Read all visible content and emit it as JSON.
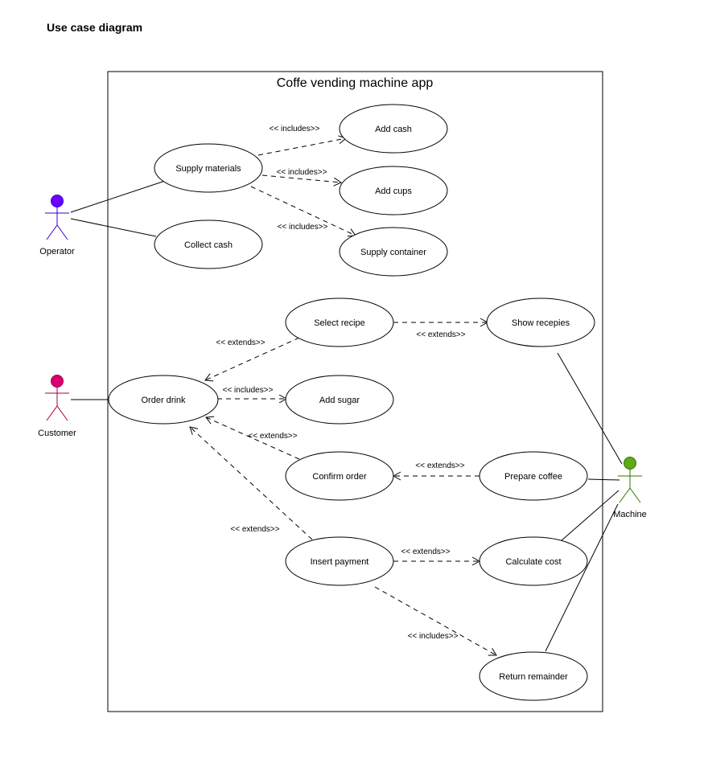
{
  "page": {
    "title": "Use case diagram"
  },
  "system": {
    "title": "Coffe vending machine app"
  },
  "actors": {
    "operator": {
      "label": "Operator",
      "color": "#6a00ff"
    },
    "customer": {
      "label": "Customer",
      "color": "#d80073"
    },
    "machine": {
      "label": "Machine",
      "color": "#60a917"
    }
  },
  "use_cases": {
    "supply_materials": "Supply materials",
    "collect_cash": "Collect cash",
    "add_cash": "Add cash",
    "add_cups": "Add cups",
    "supply_container": "Supply container",
    "select_recipe": "Select recipe",
    "show_recepies": "Show recepies",
    "order_drink": "Order drink",
    "add_sugar": "Add sugar",
    "confirm_order": "Confirm order",
    "prepare_coffee": "Prepare coffee",
    "insert_payment": "Insert payment",
    "calculate_cost": "Calculate cost",
    "return_remainder": "Return remainder"
  },
  "relations": {
    "supply_add_cash": "<< includes>>",
    "supply_add_cups": "<< includes>>",
    "supply_container": "<< includes>>",
    "select_to_order": "<< extends>>",
    "select_to_show": "<< extends>>",
    "order_add_sugar": "<< includes>>",
    "confirm_to_order": "<< extends>>",
    "prepare_to_confirm": "<< extends>>",
    "payment_to_order": "<< extends>>",
    "payment_to_cost": "<< extends>>",
    "payment_to_remainder": "<< includes>>"
  }
}
